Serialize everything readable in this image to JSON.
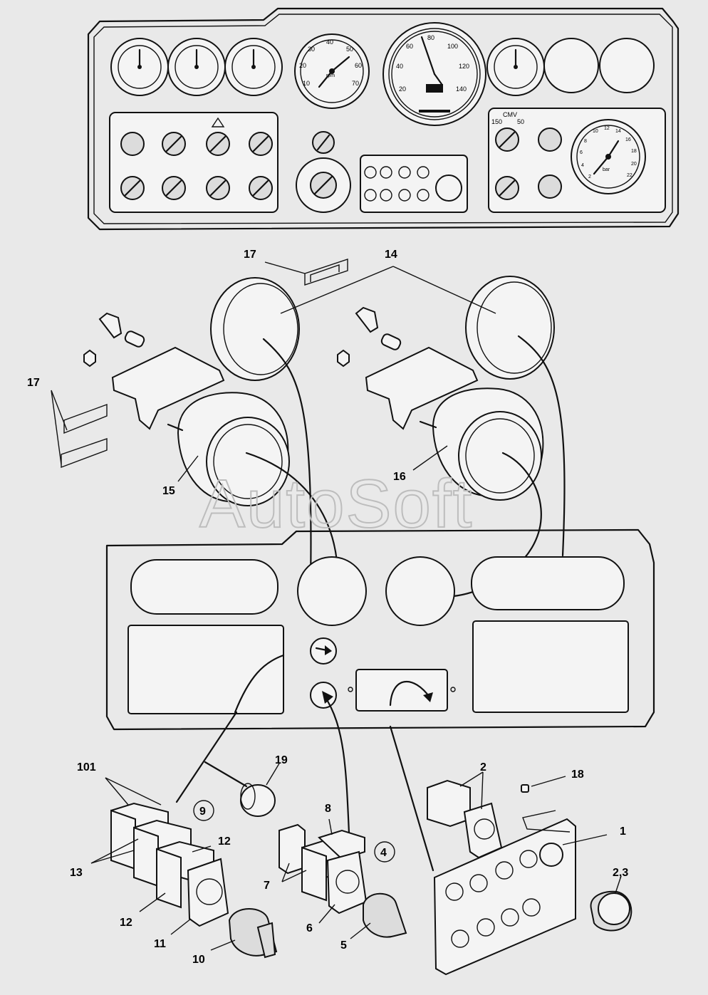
{
  "watermark": "AutoSoft",
  "callouts": {
    "c17_top": "17",
    "c14": "14",
    "c17_left": "17",
    "c15": "15",
    "c16": "16",
    "c101": "101",
    "c19": "19",
    "c9": "9",
    "c12a": "12",
    "c13": "13",
    "c12b": "12",
    "c11": "11",
    "c10": "10",
    "c8": "8",
    "c4": "4",
    "c7": "7",
    "c6": "6",
    "c5": "5",
    "c2": "2",
    "c18": "18",
    "c1": "1",
    "c23": "2,3"
  },
  "gauges": {
    "tacho_ticks": [
      "10",
      "20",
      "30",
      "40",
      "50",
      "60",
      "70"
    ],
    "tacho_unit": "rpm",
    "speedo_ticks": [
      "20",
      "40",
      "60",
      "80",
      "100",
      "120",
      "140"
    ],
    "pressure_ticks": [
      "2",
      "4",
      "6",
      "8",
      "10",
      "12",
      "14",
      "16",
      "18",
      "20",
      "22"
    ],
    "pressure_unit": "bar",
    "cmv_label": "CMV",
    "cmv_left": "150",
    "cmv_right": "50"
  }
}
